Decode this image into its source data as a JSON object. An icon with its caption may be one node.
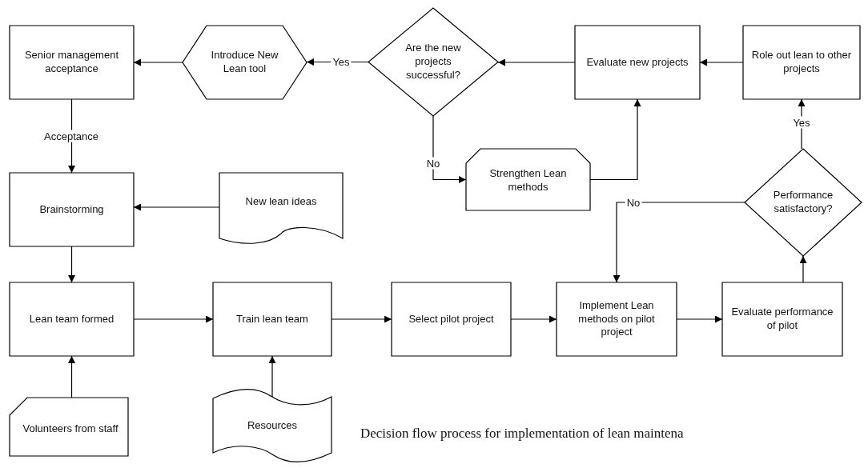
{
  "diagram": {
    "caption": "Decision flow process for implementation of lean maintena",
    "nodes": [
      {
        "text": [
          "Senior management acceptance"
        ]
      },
      {
        "text": [
          "Introduce New Lean tool"
        ]
      },
      {
        "text": [
          "Are the new projects successful?"
        ]
      },
      {
        "text": [
          "Evaluate new projects"
        ]
      },
      {
        "text": [
          "Role out lean to other projects"
        ]
      },
      {
        "text": [
          "Brainstorming"
        ]
      },
      {
        "text": [
          "New lean ideas"
        ]
      },
      {
        "text": [
          "Strengthen Lean methods"
        ]
      },
      {
        "text": [
          "Performance satisfactory?"
        ]
      },
      {
        "text": [
          "Lean team formed"
        ]
      },
      {
        "text": [
          "Train lean team"
        ]
      },
      {
        "text": [
          "Select pilot project"
        ]
      },
      {
        "text": [
          "Implement Lean methods on pilot project"
        ]
      },
      {
        "text": [
          "Evaluate performance of pilot"
        ]
      },
      {
        "text": [
          "Volunteers from staff"
        ]
      },
      {
        "text": [
          "Resources"
        ]
      }
    ],
    "edges": [
      {
        "from": 1,
        "to": 0,
        "arrow": "to"
      },
      {
        "from": 2,
        "to": 1,
        "arrow": "to",
        "label": "Yes"
      },
      {
        "from": 3,
        "to": 2,
        "arrow": "to"
      },
      {
        "from": 4,
        "to": 3,
        "arrow": "to"
      },
      {
        "from": 0,
        "to": 5,
        "arrow": "to",
        "label": "Acceptance"
      },
      {
        "from": 6,
        "to": 5,
        "arrow": "to"
      },
      {
        "from": 2,
        "to": 7,
        "arrow": "to",
        "label": "No"
      },
      {
        "from": 7,
        "to": 3,
        "arrow": "to"
      },
      {
        "from": 8,
        "to": 4,
        "arrow": "to",
        "label": "Yes"
      },
      {
        "from": 8,
        "to": 12,
        "arrow": "to",
        "label": "No"
      },
      {
        "from": 5,
        "to": 9,
        "arrow": "to"
      },
      {
        "from": 9,
        "to": 10,
        "arrow": "to"
      },
      {
        "from": 10,
        "to": 11,
        "arrow": "to"
      },
      {
        "from": 11,
        "to": 12,
        "arrow": "to"
      },
      {
        "from": 12,
        "to": 13,
        "arrow": "to"
      },
      {
        "from": 13,
        "to": 8,
        "arrow": "to"
      },
      {
        "from": 14,
        "to": 9,
        "arrow": "to"
      },
      {
        "from": 15,
        "to": 10,
        "arrow": "to"
      }
    ]
  }
}
